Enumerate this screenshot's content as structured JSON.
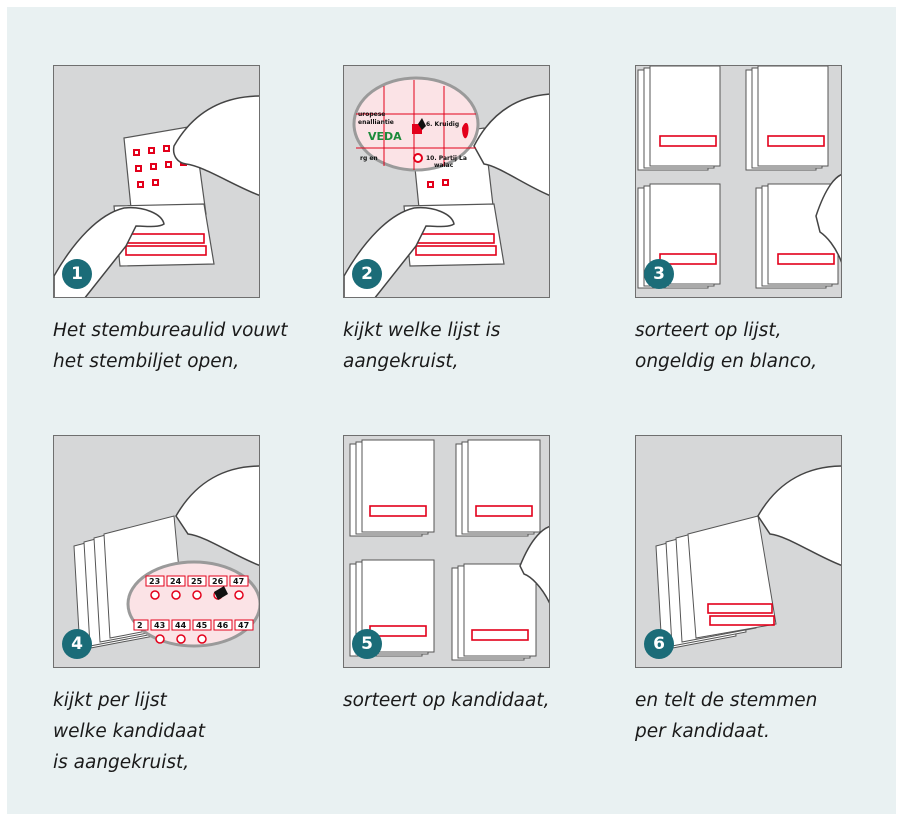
{
  "steps": [
    {
      "number": "1",
      "caption_lines": [
        "Het stembureaulid vouwt",
        "het stembiljet open,"
      ]
    },
    {
      "number": "2",
      "caption_lines": [
        "kijkt welke lijst is",
        "aangekruist,"
      ]
    },
    {
      "number": "3",
      "caption_lines": [
        "sorteert op lijst,",
        "ongeldig en blanco,"
      ]
    },
    {
      "number": "4",
      "caption_lines": [
        "kijkt per lijst",
        "welke kandidaat",
        "is aangekruist,"
      ]
    },
    {
      "number": "5",
      "caption_lines": [
        "sorteert op kandidaat,"
      ]
    },
    {
      "number": "6",
      "caption_lines": [
        "en telt de stemmen",
        "per kandidaat."
      ]
    }
  ],
  "magnifier_step2": {
    "texts": [
      "uropese",
      "enalliantie",
      "VEDA",
      "6. Kruidig",
      "10. Partij La",
      "walac",
      "rg en"
    ]
  },
  "magnifier_step4": {
    "row1": [
      "23",
      "24",
      "25",
      "26",
      "47"
    ],
    "row2": [
      "2",
      "43",
      "44",
      "45",
      "46",
      "47"
    ]
  },
  "colors": {
    "accent": "#1b6c78",
    "ballot_red": "#e3001b",
    "background": "#e9f1f2",
    "frame": "#d6d7d8"
  },
  "icons": [
    "hand-icon",
    "ballot-icon",
    "magnifier-icon",
    "ballot-stack-icon"
  ]
}
